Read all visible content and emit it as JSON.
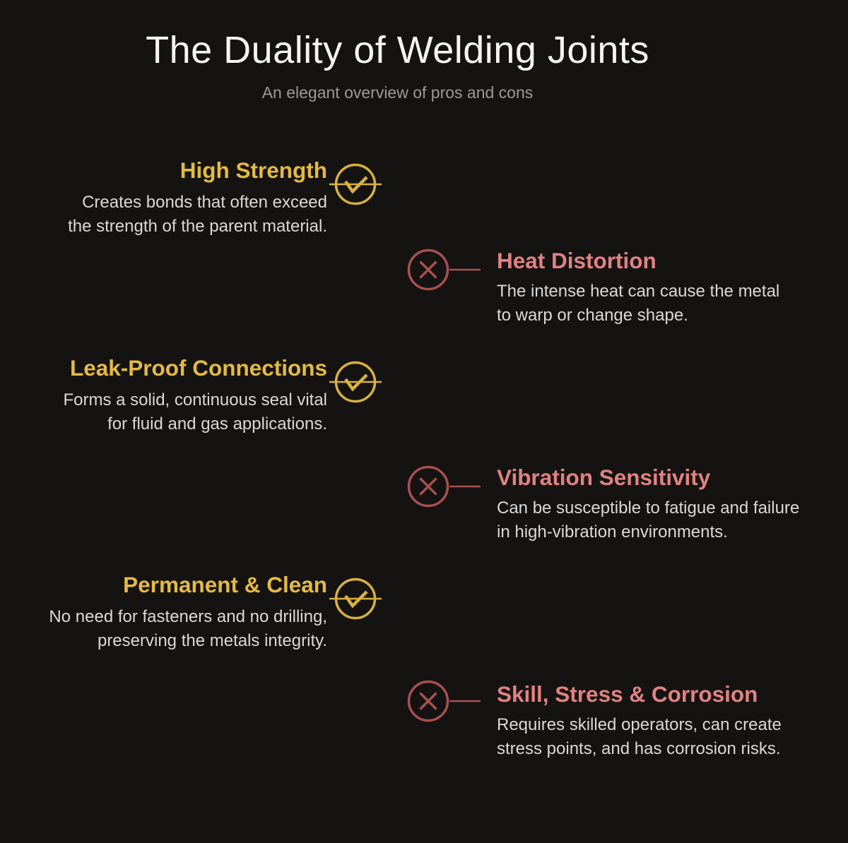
{
  "header": {
    "title": "The Duality of Welding Joints",
    "subtitle": "An elegant overview of pros and cons"
  },
  "colors": {
    "background": "#151312",
    "title_text": "#f4f4f4",
    "subtitle_text": "#9a9a9a",
    "body_text": "#d9d9d9",
    "pro_accent": "#e4ba43",
    "pro_icon": "#d9b23e",
    "con_heading": "#e08282",
    "con_icon": "#a85050"
  },
  "items": [
    {
      "kind": "pro",
      "icon": "check-circle-icon",
      "heading": "High Strength",
      "lines": [
        "Creates bonds that often exceed",
        "the strength of the parent material."
      ]
    },
    {
      "kind": "con",
      "icon": "x-circle-icon",
      "heading": "Heat Distortion",
      "lines": [
        "The intense heat can cause the metal",
        "to warp or change shape."
      ]
    },
    {
      "kind": "pro",
      "icon": "check-circle-icon",
      "heading": "Leak-Proof Connections",
      "lines": [
        "Forms a solid, continuous seal vital",
        "for fluid and gas applications."
      ]
    },
    {
      "kind": "con",
      "icon": "x-circle-icon",
      "heading": "Vibration Sensitivity",
      "lines": [
        "Can be susceptible to fatigue and failure",
        "in high-vibration environments."
      ]
    },
    {
      "kind": "pro",
      "icon": "check-circle-icon",
      "heading": "Permanent & Clean",
      "lines": [
        "No need for fasteners and no drilling,",
        "preserving the metals integrity."
      ]
    },
    {
      "kind": "con",
      "icon": "x-circle-icon",
      "heading": "Skill, Stress & Corrosion",
      "lines": [
        "Requires skilled operators, can create",
        "stress points, and has corrosion risks."
      ]
    }
  ]
}
